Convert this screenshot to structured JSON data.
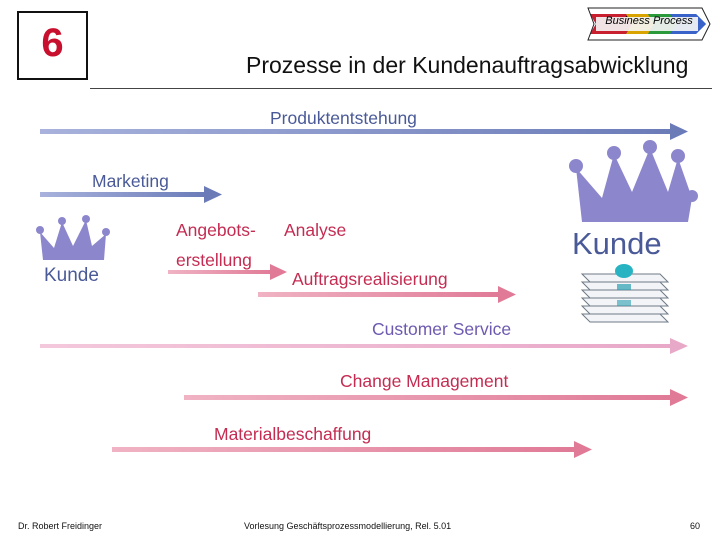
{
  "header": {
    "chapter_number": "6",
    "title": "Prozesse in der Kundenauftragsabwicklung",
    "logo_text": "Business Process"
  },
  "diagram": {
    "processes": {
      "produktentstehung": "Produktentstehung",
      "marketing": "Marketing",
      "angebots_line1": "Angebots-",
      "angebots_line2": "erstellung",
      "analyse": "Analyse",
      "auftragsrealisierung": "Auftragsrealisierung",
      "customer_service": "Customer Service",
      "change_management": "Change Management",
      "materialbeschaffung": "Materialbeschaffung"
    },
    "actors": {
      "kunde_left": "Kunde",
      "kunde_right": "Kunde"
    },
    "colors": {
      "blue_arrow": "#6a7bb8",
      "red_arrow": "#e07a96",
      "light_pink_arrow": "#e8a8c8",
      "crown": "#8c86cc",
      "chapter_red": "#c8102e"
    },
    "icons": [
      "crown-icon",
      "document-stack-icon",
      "arrow-icon"
    ]
  },
  "footer": {
    "author": "Dr. Robert Freidinger",
    "course": "Vorlesung Geschäftsprozessmodellierung, Rel. 5.01",
    "page": "60"
  }
}
